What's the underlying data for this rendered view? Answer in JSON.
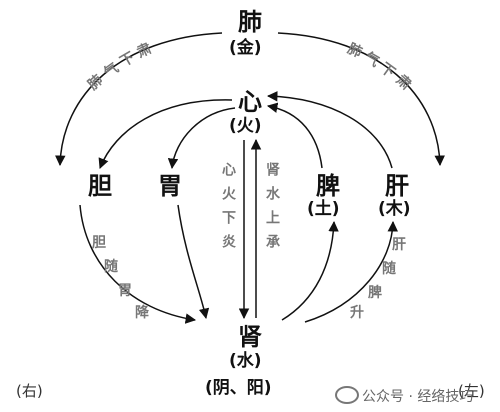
{
  "organs": {
    "lung": {
      "name": "肺",
      "element": "(金)"
    },
    "heart": {
      "name": "心",
      "element": "(火)"
    },
    "gallbladder": {
      "name": "胆"
    },
    "stomach": {
      "name": "胃"
    },
    "spleen": {
      "name": "脾",
      "element": "(土)"
    },
    "liver": {
      "name": "肝",
      "element": "(木)"
    },
    "kidney": {
      "name": "肾",
      "element": "(水)",
      "sub": "(阴、阳)"
    }
  },
  "labels": {
    "lung_left": "肺气下肃",
    "lung_right": "肺气下肃",
    "heart_down": "心火下炎",
    "kidney_up": "肾水上承",
    "gallbladder_down": "胆随胃降",
    "liver_up": "肝随脾升"
  },
  "corners": {
    "left": "(右)",
    "right": "(左)"
  },
  "watermark": "公众号 · 经络技巧",
  "colors": {
    "line": "#111111",
    "label": "#777777"
  }
}
